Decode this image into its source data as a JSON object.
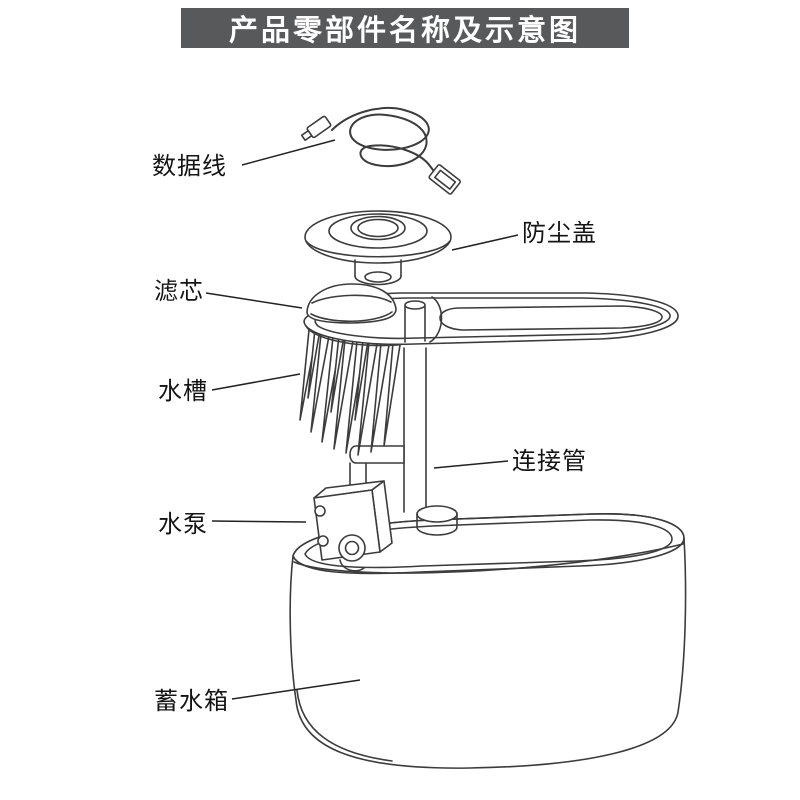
{
  "page": {
    "title": "产品零部件名称及示意图",
    "title_bg": "#58595b",
    "line_color": "#3c3c3c",
    "background": "#ffffff"
  },
  "labels": [
    {
      "id": "data-cable",
      "text": "数据线"
    },
    {
      "id": "dust-cover",
      "text": "防尘盖"
    },
    {
      "id": "filter-cartridge",
      "text": "滤芯"
    },
    {
      "id": "water-trough",
      "text": "水槽"
    },
    {
      "id": "connecting-pipe",
      "text": "连接管"
    },
    {
      "id": "water-pump",
      "text": "水泵"
    },
    {
      "id": "water-tank",
      "text": "蓄水箱"
    }
  ]
}
